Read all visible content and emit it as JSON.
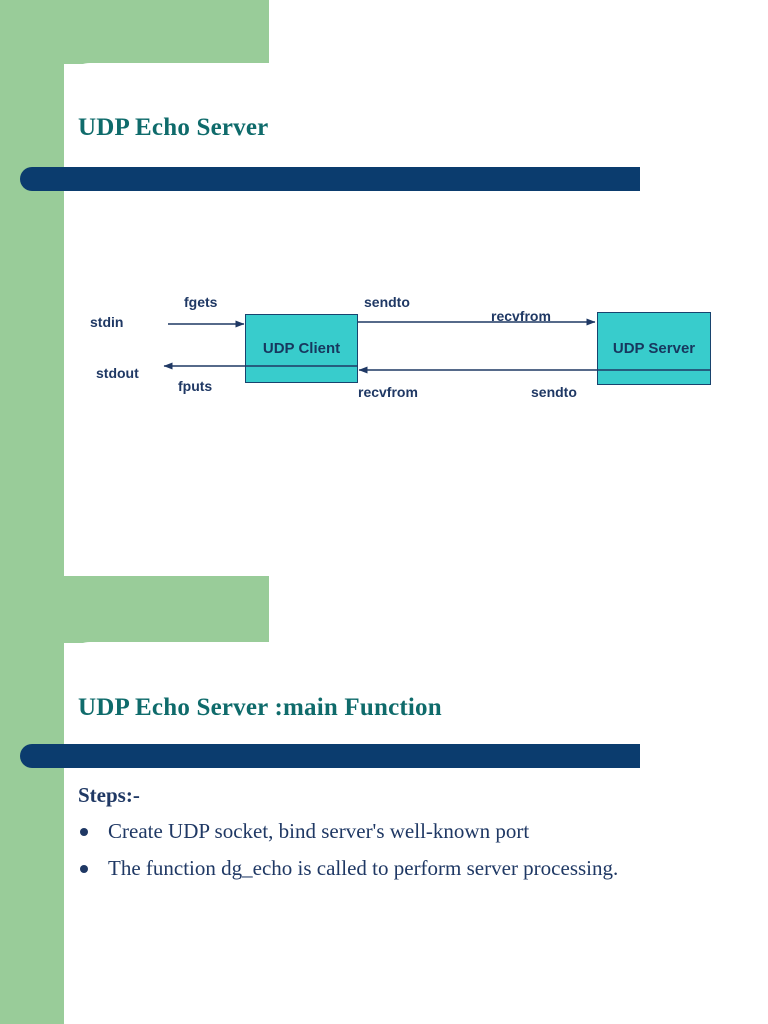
{
  "theme": {
    "accent_green": "#99CC99",
    "title_teal": "#0F6B6B",
    "rule_navy": "#0B3C6E",
    "text_navy": "#1F3864",
    "node_cyan": "#38CCCC",
    "node_border": "#18436E"
  },
  "slide1": {
    "title": "UDP Echo Server",
    "diagram": {
      "nodes": [
        {
          "id": "client",
          "label": "UDP Client"
        },
        {
          "id": "server",
          "label": "UDP Server"
        }
      ],
      "endpoints": [
        {
          "id": "stdin",
          "label": "stdin"
        },
        {
          "id": "stdout",
          "label": "stdout"
        }
      ],
      "arrow_labels": [
        {
          "id": "fgets",
          "label": "fgets"
        },
        {
          "id": "fputs",
          "label": "fputs"
        },
        {
          "id": "sendto-client",
          "label": "sendto"
        },
        {
          "id": "recvfrom-client",
          "label": "recvfrom"
        },
        {
          "id": "recvfrom-server",
          "label": "recvfrom"
        },
        {
          "id": "sendto-server",
          "label": "sendto"
        }
      ]
    }
  },
  "slide2": {
    "title": "UDP Echo Server :main Function",
    "steps_heading": "Steps:-",
    "bullets": [
      "Create UDP socket, bind server's well-known port",
      "The function dg_echo is called to perform server processing."
    ]
  }
}
